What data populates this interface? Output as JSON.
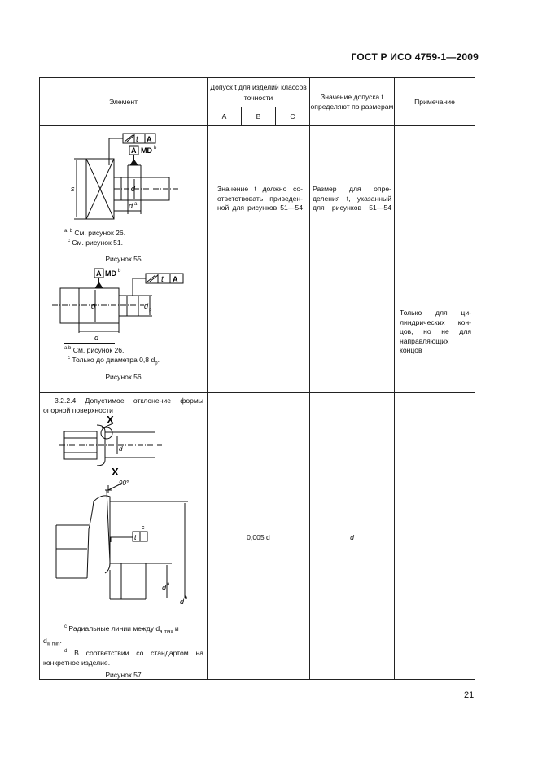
{
  "header": {
    "standard": "ГОСТ Р ИСО 4759-1—2009"
  },
  "table": {
    "col_element": "Элемент",
    "col_tolerance": "Допуск t для изделий классов точности",
    "col_classes": [
      "A",
      "B",
      "C"
    ],
    "col_value": "Значение допуска t определяют по размерам",
    "col_note": "Примечание"
  },
  "row1": {
    "tolerance_text": [
      "Значение t должно со-",
      "ответствовать приведен-",
      "ной для рисунков 51—54"
    ],
    "value_text": [
      "Размер для опре-",
      "деления t, указанный",
      "для рисунков 51—54"
    ],
    "note_text": [
      "Только для ци-",
      "линдрических кон-",
      "цов, но не для",
      "направляющих",
      "концов"
    ],
    "fig55": {
      "label_tol": "t",
      "label_datum": "A",
      "label_md": "MD",
      "label_md_sup": "b",
      "label_s": "s",
      "label_d": "d",
      "label_da": "d",
      "label_da_sup": "a",
      "fn_a_b": "a, b",
      "fn1": "См. рисунок 26.",
      "fn_c": "c",
      "fn2": "См. рисунок 51.",
      "caption": "Рисунок 55"
    },
    "fig56": {
      "label_tol": "t",
      "label_datum": "A",
      "label_md": "MD",
      "label_md_sup": "b",
      "label_d": "d",
      "label_dp": "d",
      "label_dp_sub": "p",
      "label_d2": "d",
      "label_d2_sup": "a",
      "fn_a_b": "a b",
      "fn1": "См. рисунок 26.",
      "fn_c": "c",
      "fn2": "Только до диаметра 0,8 d",
      "fn2_sub": "p",
      "caption": "Рисунок 56"
    }
  },
  "row2": {
    "section": "3.2.2.4 Допустимое отклонение формы опорной поверхности",
    "tolerance_value": "0,005 d",
    "value_value": "d",
    "fig57": {
      "label_x": "X",
      "label_angle": "90°",
      "label_c": "c",
      "label_tol": "t",
      "label_dw": "d",
      "label_dw_sub": "w",
      "label_da": "d",
      "label_da_sup": "a",
      "label_db": "d",
      "label_db_sup": "b",
      "fn_c": "c",
      "fn1": "Радиальные линии между d",
      "fn1_sub": "a max",
      "fn1_tail": "и",
      "fn1b": "d",
      "fn1b_sub": "w min",
      "fn_d": "d",
      "fn2": "В соответствии со стандартом на конкретное изделие.",
      "caption": "Рисунок 57"
    }
  },
  "footer": {
    "page_number": "21"
  }
}
